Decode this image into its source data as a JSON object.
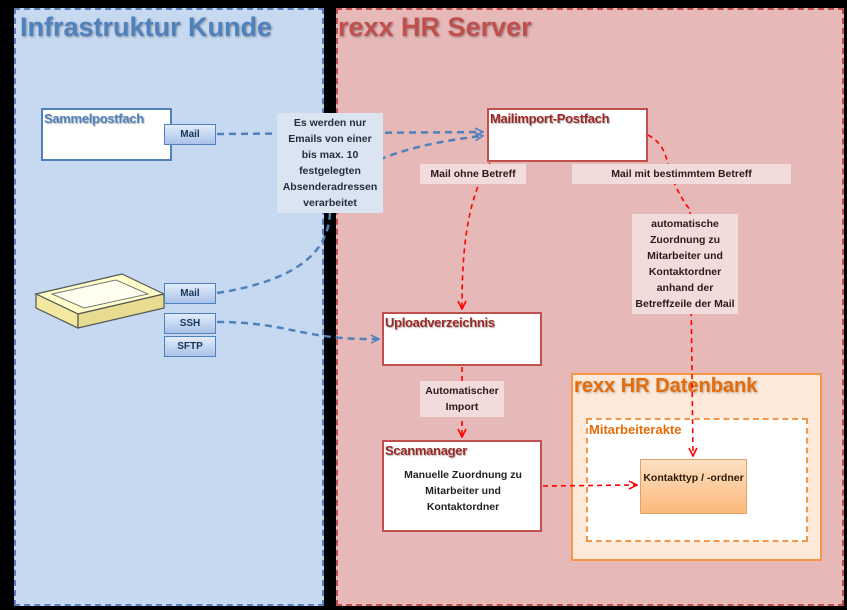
{
  "zones": {
    "left_title": "Infrastruktur Kunde",
    "right_title": "rexx HR Server",
    "database_title": "rexx HR Datenbank",
    "employee_file_title": "Mitarbeiterakte"
  },
  "boxes": {
    "sammelpostfach": "Sammelpostfach",
    "mailimport": "Mailimport-Postfach",
    "upload": "Uploadverzeichnis",
    "scanmanager": "Scanmanager",
    "scanmanager_desc": "Manuelle Zuordnung zu Mitarbeiter und Kontaktordner",
    "kontakttyp": "Kontakttyp / -ordner"
  },
  "protocols": {
    "mail_top": "Mail",
    "mail_scanner": "Mail",
    "ssh": "SSH",
    "sftp": "SFTP"
  },
  "notes": {
    "absender": "Es werden nur Emails von einer bis max. 10 festgelegten Absenderadressen verarbeitet",
    "ohne_betreff": "Mail ohne Betreff",
    "mit_betreff": "Mail mit bestimmtem Betreff",
    "automatische_zuordnung": "automatische Zuordnung zu Mitarbeiter und Kontaktordner anhand der Betreffzeile der Mail",
    "auto_import": "Automatischer Import"
  },
  "colors": {
    "customer_zone": "#c6d9f1",
    "server_zone": "#e6b9b8",
    "database_zone": "#fde9d9",
    "blue_accent": "#4f81bd",
    "red_accent": "#c0504d",
    "orange_accent": "#f79646",
    "background": "#000000"
  },
  "icons": {
    "scanner": "flatbed-scanner-icon"
  }
}
